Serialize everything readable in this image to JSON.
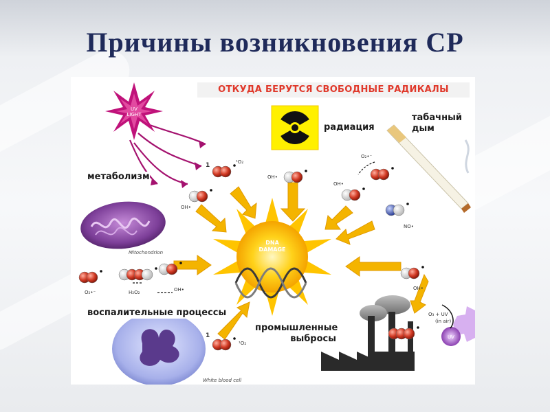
{
  "title": "Причины возникновения СР",
  "diagram": {
    "heading": "ОТКУДА БЕРУТСЯ СВОБОДНЫЕ РАДИКАЛЫ",
    "center": {
      "line1": "DNA",
      "line2": "DAMAGE"
    },
    "uv_label": {
      "line1": "UV",
      "line2": "LIGHT"
    },
    "labels": {
      "radiation": "радиация",
      "tobacco": "табачный дым",
      "metabolism": "метаболизм",
      "inflammation": "воспалительные процессы",
      "industrial": "промышленные выбросы"
    },
    "captions": {
      "mitochondrion": "Mitochondrion",
      "white_blood_cell": "White blood cell"
    },
    "chem": {
      "singlet_o2": "¹O₂",
      "oh": "OH•",
      "o2_superoxide": "O₂•⁻",
      "no": "NO•",
      "h2o2": "H₂O₂",
      "number_one": "1",
      "o3_uv": "O₃ + UV",
      "in_air": "(in air)",
      "uv": "UV"
    }
  }
}
